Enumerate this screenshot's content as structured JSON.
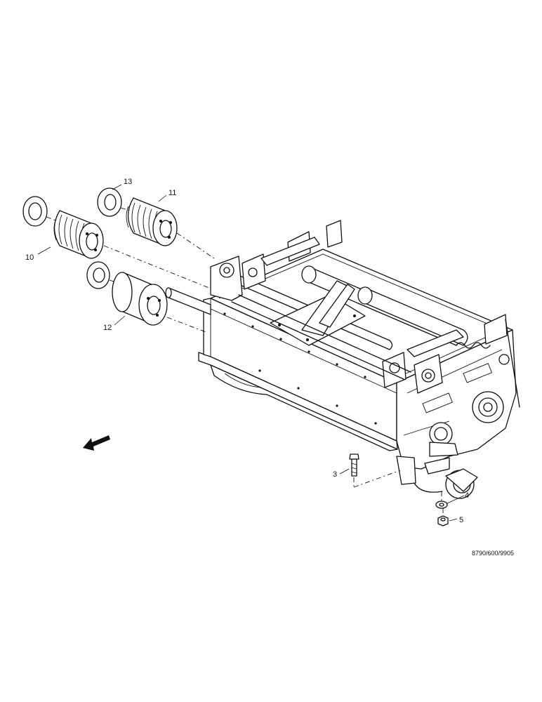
{
  "callouts": {
    "c3": "3",
    "c4": "4",
    "c5": "5",
    "c10": "10",
    "c11": "11",
    "c12": "12",
    "c13": "13"
  },
  "reference": "8790/600/9905"
}
